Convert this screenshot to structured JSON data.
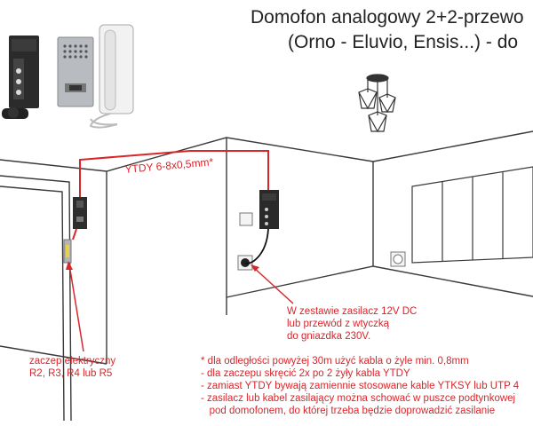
{
  "title": {
    "line1": "Domofon analogowy 2+2-przewo",
    "line2": "(Orno - Eluvio, Ensis...) - do"
  },
  "cable_label": "YTDY 6-8x0,5mm*",
  "power_note": [
    "W zestawie zasilacz 12V DC",
    "lub przewód z wtyczką",
    "do gniazdka 230V."
  ],
  "strike_note": [
    "zaczep elektryczny",
    "R2, R3, R4 lub R5"
  ],
  "footnotes": [
    "* dla odległości powyżej 30m użyć kabla o żyle min. 0,8mm",
    "- dla zaczepu skręcić 2x po 2 żyły kabla YTDY",
    "- zamiast YTDY bywają zamiennie stosowane kable YTKSY lub UTP 4",
    "- zasilacz lub kabel zasilający można schować w puszce podtynkowej",
    "   pod domofonem, do której trzeba będzie doprowadzić zasilanie"
  ],
  "colors": {
    "accent": "#d8262b",
    "line": "#3a3a3a"
  }
}
